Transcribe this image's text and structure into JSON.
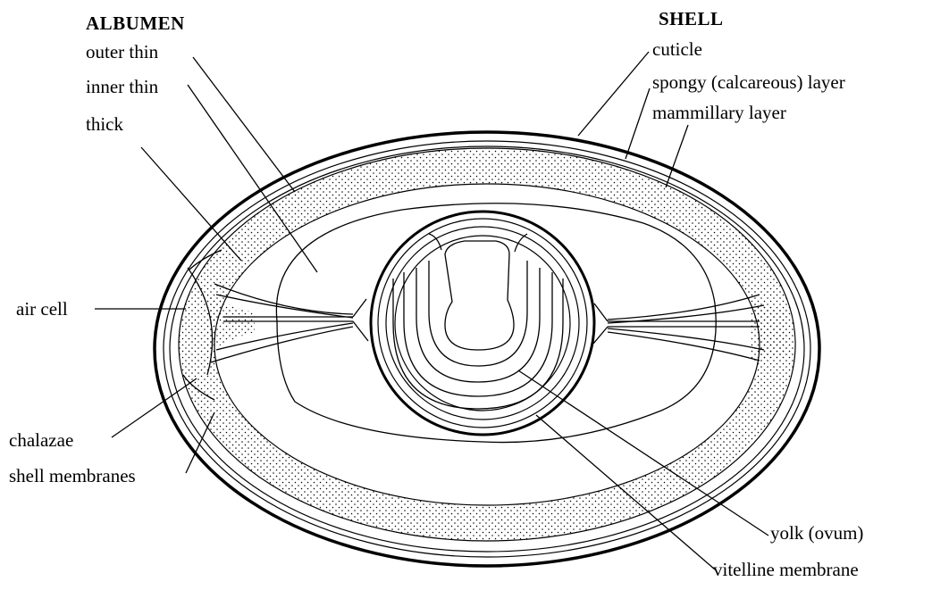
{
  "headings": {
    "albumen": "ALBUMEN",
    "shell": "SHELL"
  },
  "labels": {
    "outer_thin": "outer thin",
    "inner_thin": "inner thin",
    "thick": "thick",
    "air_cell": "air cell",
    "chalazae": "chalazae",
    "shell_membranes": "shell membranes",
    "cuticle": "cuticle",
    "spongy_layer": "spongy (calcareous) layer",
    "mammillary_layer": "mammillary layer",
    "yolk": "yolk (ovum)",
    "vitelline_membrane": "vitelline membrane"
  },
  "colors": {
    "ink": "#000000",
    "paper": "#ffffff"
  }
}
